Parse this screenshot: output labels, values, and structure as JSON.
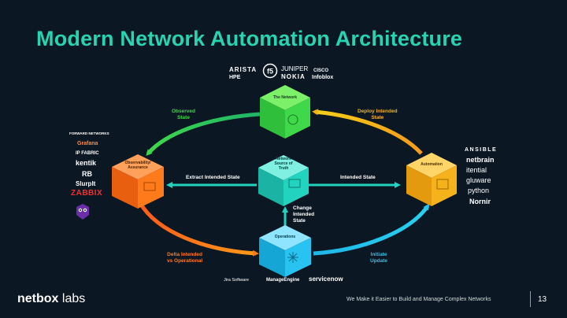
{
  "title": "Modern Network Automation Architecture",
  "vendors": {
    "row1": [
      "ARISTA",
      "JUNIPER",
      "CISCO"
    ],
    "row2": [
      "HPE",
      "NOKIA",
      "Infoblox"
    ]
  },
  "nodes": {
    "network": {
      "label": "The Network",
      "color": "#3fd84a"
    },
    "observability": {
      "label": "Observability/\nAssurance",
      "color": "#ff7a1a"
    },
    "intent": {
      "label": "Network\nSource of\nTruth",
      "color": "#22d3c0"
    },
    "automation": {
      "label": "Automation",
      "color": "#f5b21a"
    },
    "operations": {
      "label": "Operations",
      "color": "#28c3f0"
    }
  },
  "edges": {
    "observed_state": "Observed\nState",
    "deploy_intended_state": "Deploy Intended\nState",
    "extract_intended_state": "Extract Intended State",
    "intended_state": "Intended State",
    "change_intended_state": "Change\nIntended\nState",
    "delta_intended": "Delta Intended\nvs Operational",
    "initiate_update": "Initiate\nUpdate"
  },
  "observability_tools": [
    "FORWARD NETWORKS",
    "Grafana",
    "IP FABRIC",
    "kentik",
    "RB",
    "SlurpIt",
    "ZABBIX"
  ],
  "automation_tools": [
    "ANSIBLE",
    "netbrain",
    "itential",
    "gluware",
    "python",
    "Nornir"
  ],
  "operations_tools": [
    "Jira Software",
    "ManageEngine",
    "servicenow"
  ],
  "footer": {
    "brand_main": "netbox",
    "brand_sub": " labs",
    "tagline": "We Make it Easier to Build and Manage Complex Networks",
    "page": "13"
  }
}
